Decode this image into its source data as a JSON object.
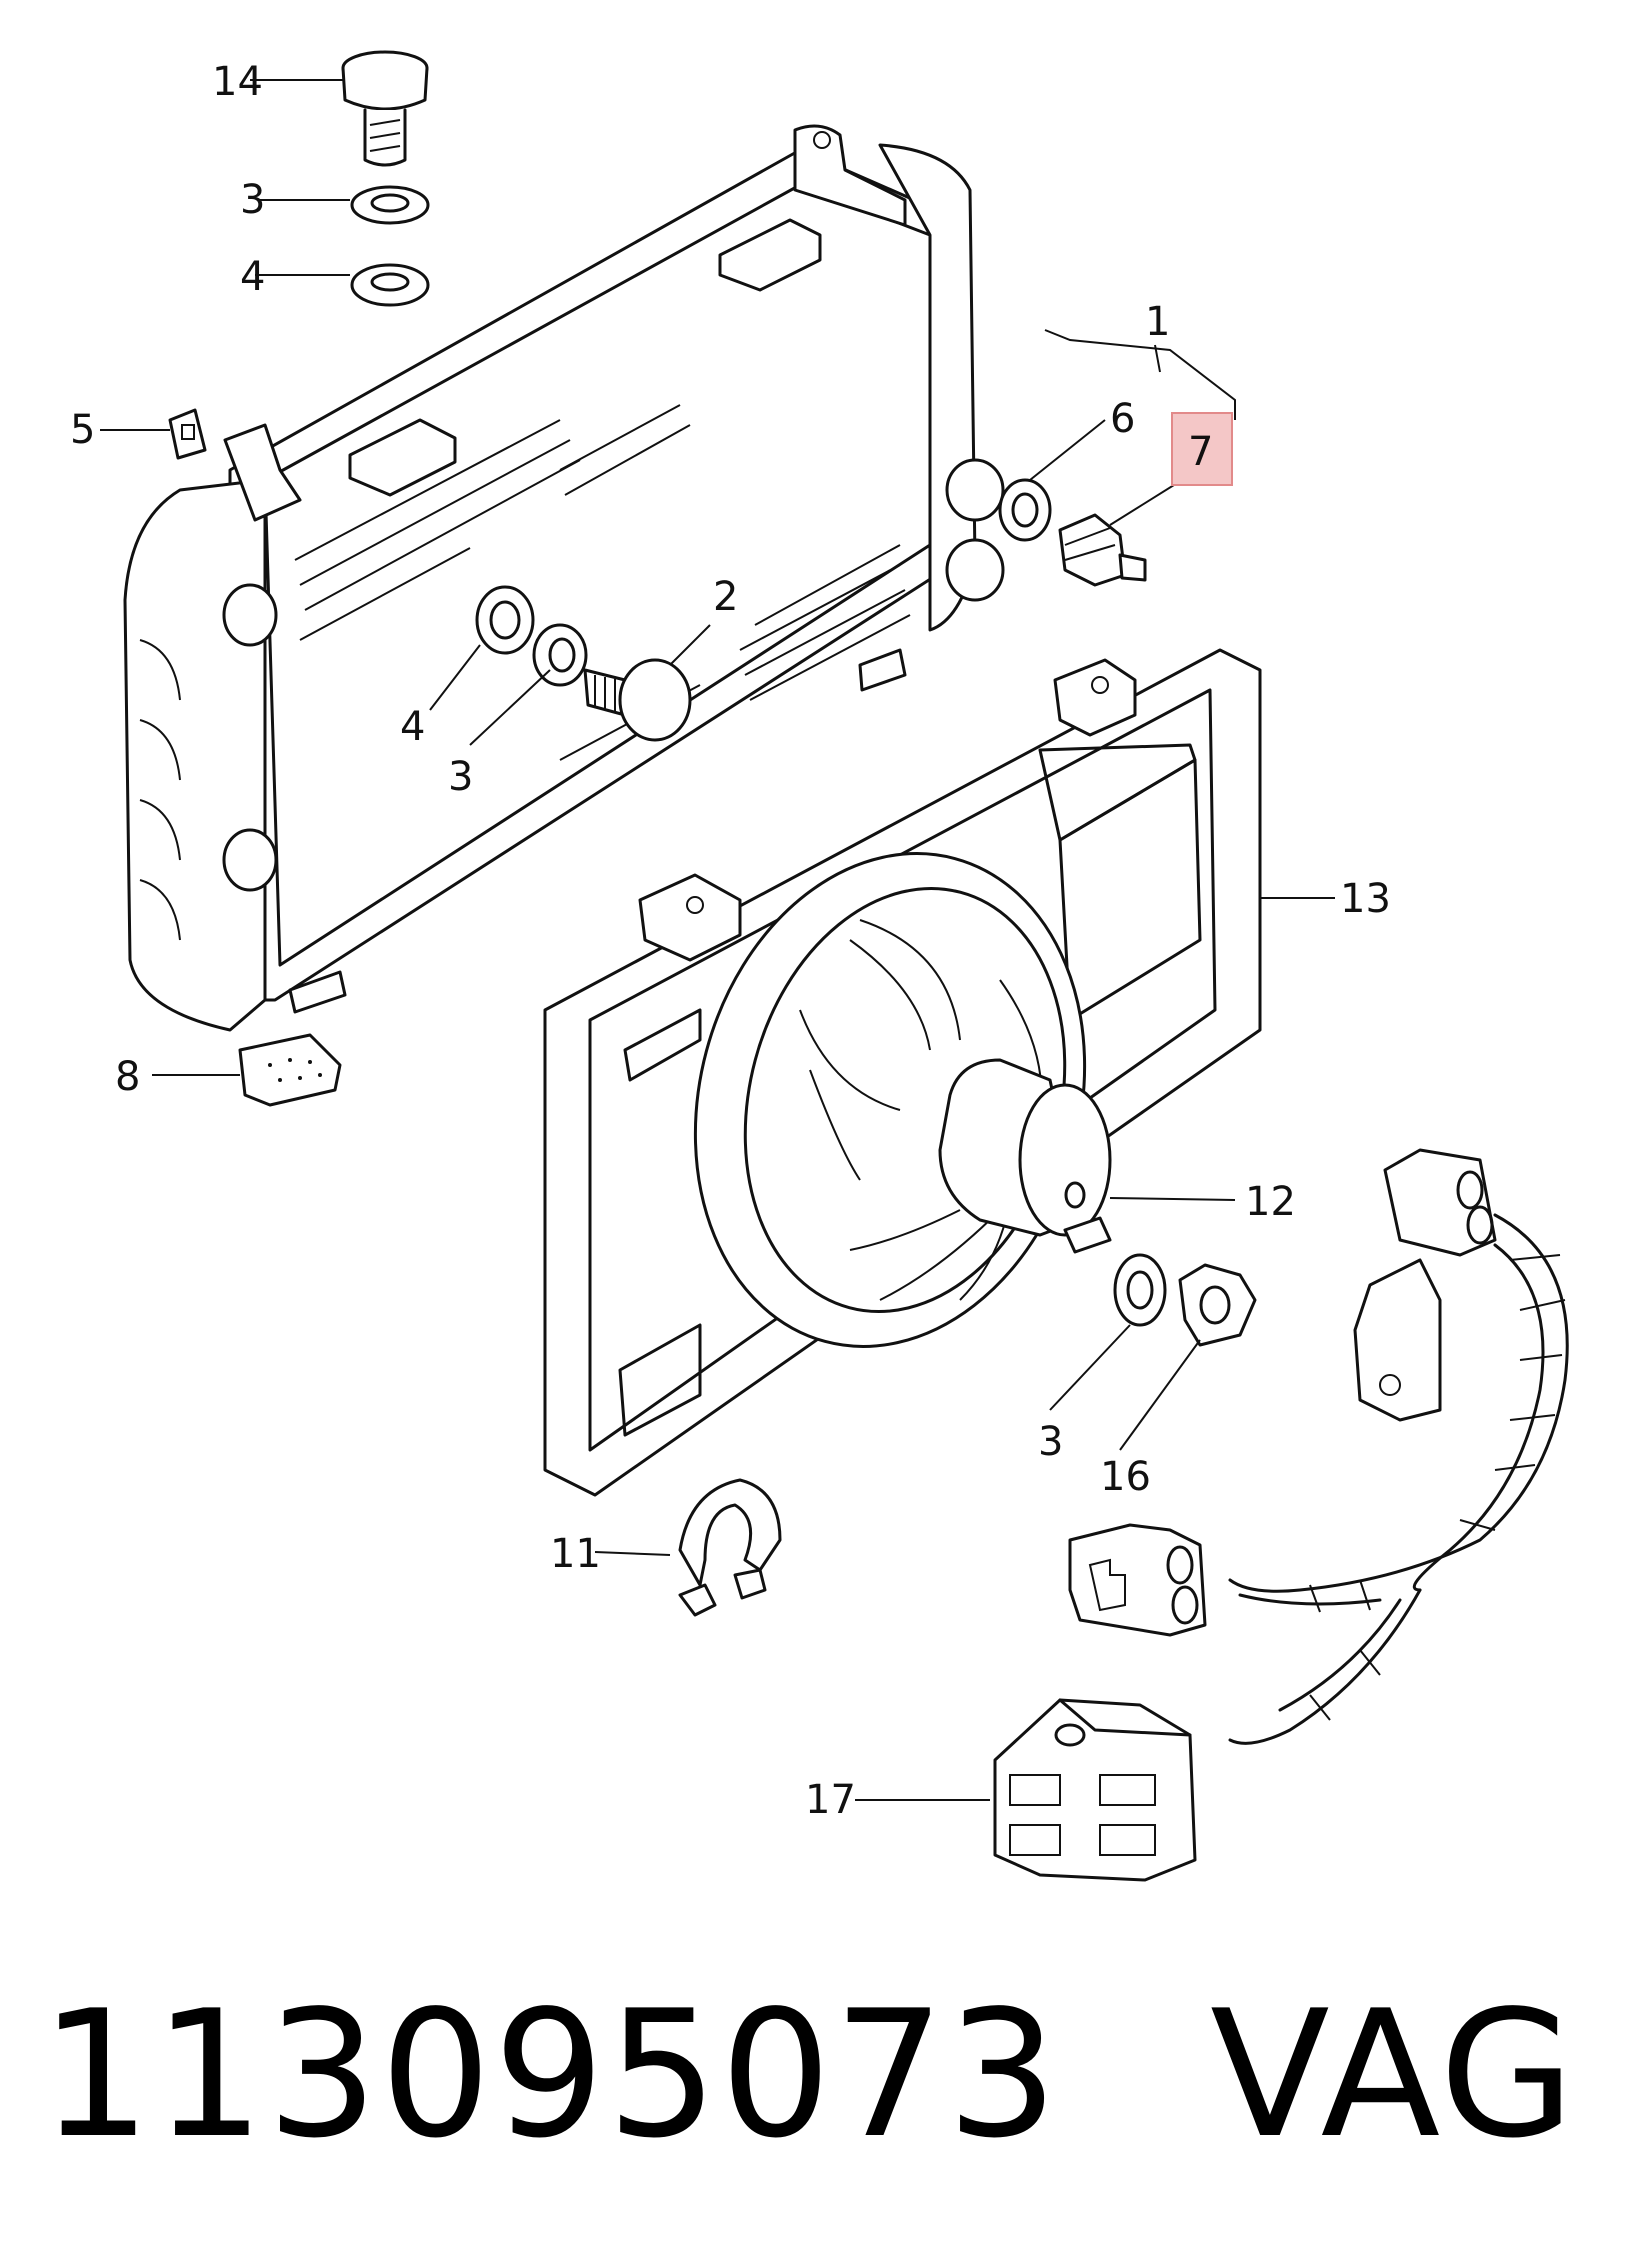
{
  "diagram": {
    "callouts": [
      "14",
      "3",
      "4",
      "5",
      "1",
      "6",
      "7",
      "2",
      "4",
      "3",
      "13",
      "8",
      "12",
      "3",
      "16",
      "11",
      "17"
    ],
    "highlighted_callout": "7",
    "highlight_color": "#f4c7c7",
    "line_color": "#111111"
  },
  "caption": {
    "part_number": "113095073",
    "brand": "VAG"
  }
}
